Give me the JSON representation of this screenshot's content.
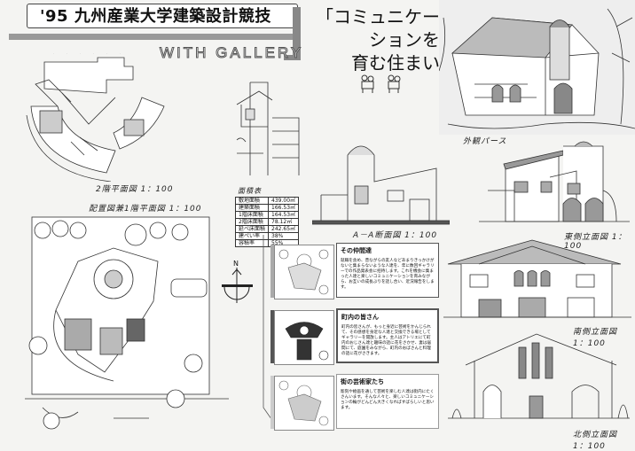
{
  "header": {
    "title": "'95 九州産業大学建築設計競技",
    "subtitle": "WITH GALLERY",
    "catchphrase_lines": [
      "「コミュニケー",
      "ションを",
      "育む住まい"
    ]
  },
  "captions": {
    "perspective": "外観パース",
    "plan_2f": "2階平面図 1：100",
    "site_plan": "配置図兼1階平面図 1：100",
    "area_table_title": "面積表",
    "section": "A－A断面図 1：100",
    "east": "東側立面図 1：100",
    "south": "南側立面図 1：100",
    "north": "北側立面図 1：100",
    "north_mark": "N"
  },
  "area_table": [
    [
      "敷地面積",
      "439.00㎡"
    ],
    [
      "建築面積",
      "166.53㎡"
    ],
    [
      "1階床面積",
      "164.53㎡"
    ],
    [
      "2階床面積",
      "78.12㎡"
    ],
    [
      "延べ床面積",
      "242.65㎡"
    ],
    [
      "建ぺい率",
      "38%"
    ],
    [
      "容積率",
      "55%"
    ]
  ],
  "panels": [
    {
      "title": "その仲間達",
      "body": "就職を含め、昔ながらの友人などあまりきっかけがないと集まらないような人達を、年に数回ギャラリーでの作品発表会に招待します。これを機会に集まった人達と楽しいコミュニケーションを育みながら、お互いの成長ぶりを話し合い、近況報告をします。"
    },
    {
      "title": "町内の皆さん",
      "body": "町内の皆さんが、もっと身近に芸術をかんじられて、その感想を身近な人達と交換できる場としてギャラリーを開放します。主人はアトリエにて町内のおじさん達と趣味の話に花をさかせ、妻は居間にて、庭園をみながら、町内のおばさんと料理の話に花がさきます。"
    },
    {
      "title": "街の芸術家たち",
      "body": "彫刻や絵画を通して芸術を楽しむ人達は街内にたくさんいます。そんな人々と、楽しいコミュニケーションの輪がどんどん大きくなればすばらしいと思います。"
    }
  ]
}
